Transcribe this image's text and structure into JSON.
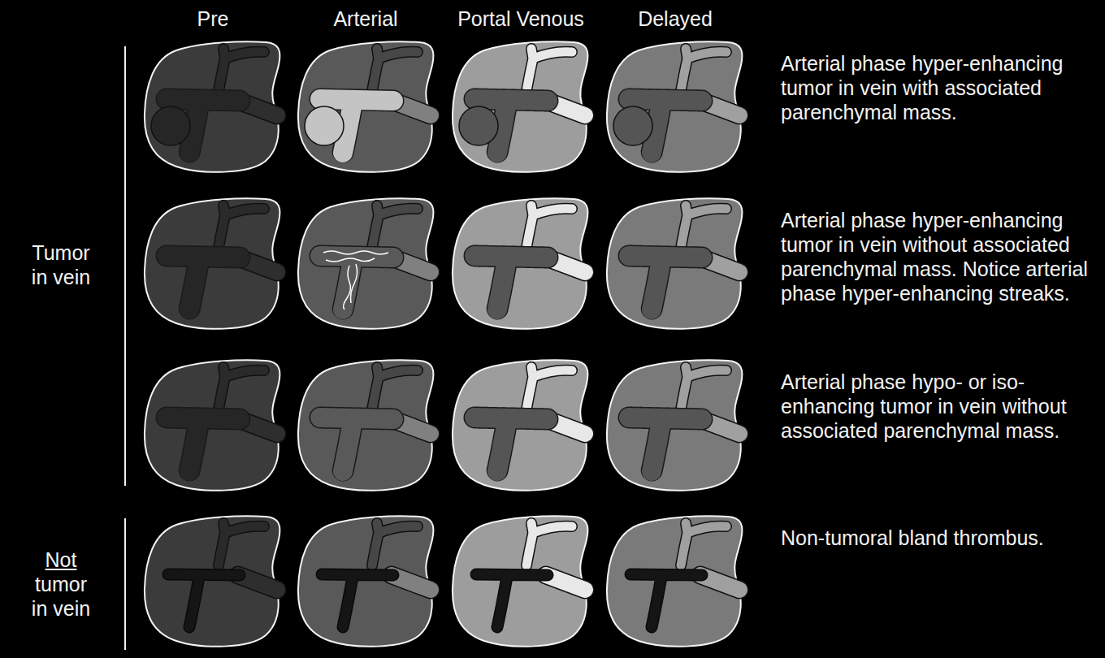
{
  "diagram": {
    "labels": [
      "Pre",
      "Arterial",
      "Portal Venous",
      "Delayed",
      "Tumor in vein",
      "Arterial phase hyper-enhancing tumor in vein with associated parenchymal mass.",
      "Arterial phase hyper-enhancing tumor in vein without associated parenchymal mass. Notice arterial phase hyper-enhancing streaks.",
      "Arterial phase hypo- or iso-enhancing tumor in vein without associated parenchymal mass.",
      "Not tumor in vein",
      "Non-tumoral bland thrombus."
    ]
  }
}
